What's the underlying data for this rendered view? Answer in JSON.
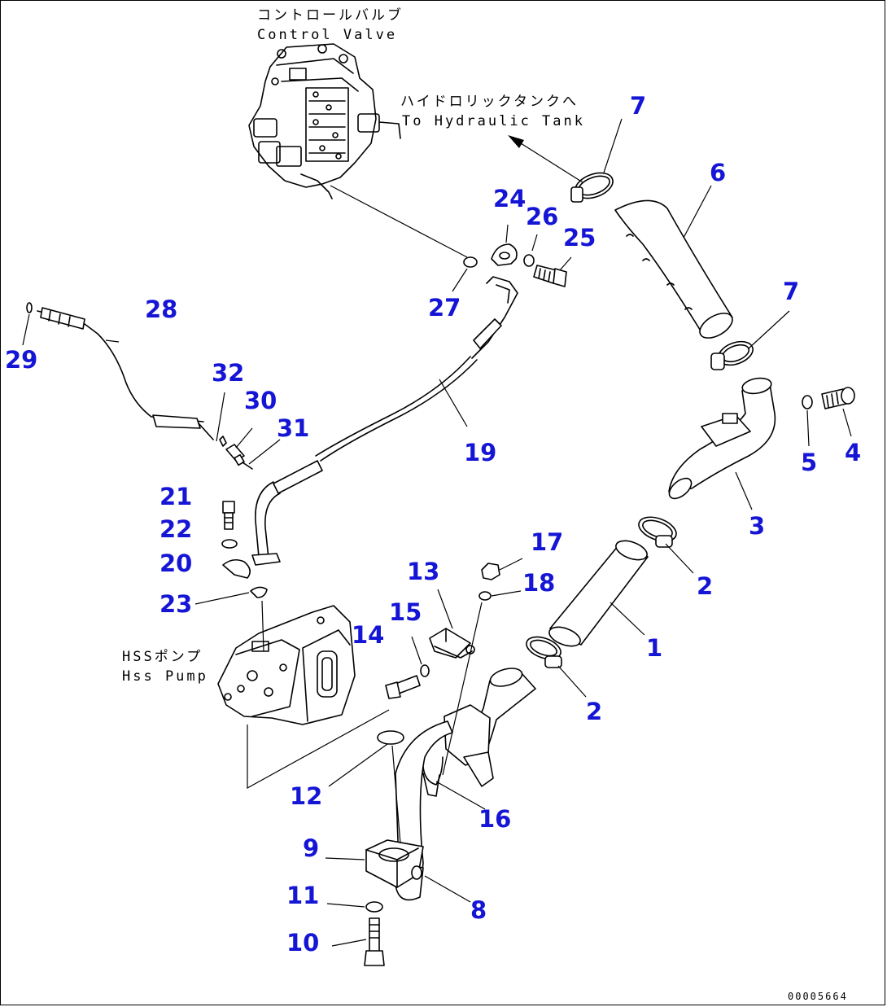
{
  "captions": {
    "control_valve_jp": "コントロールバルブ",
    "control_valve_en": "Control Valve",
    "tank_jp": "ハイドロリックタンクへ",
    "tank_en": "To Hydraulic Tank",
    "pump_jp": "HSSポンプ",
    "pump_en": "Hss Pump"
  },
  "drawing_code": "00005664",
  "callouts": {
    "c1": "1",
    "c2a": "2",
    "c2b": "2",
    "c3": "3",
    "c4": "4",
    "c5": "5",
    "c6": "6",
    "c7a": "7",
    "c7b": "7",
    "c8": "8",
    "c9": "9",
    "c10": "10",
    "c11": "11",
    "c12": "12",
    "c13": "13",
    "c14": "14",
    "c15": "15",
    "c16": "16",
    "c17": "17",
    "c18": "18",
    "c19": "19",
    "c20": "20",
    "c21": "21",
    "c22": "22",
    "c23": "23",
    "c24": "24",
    "c25": "25",
    "c26": "26",
    "c27": "27",
    "c28": "28",
    "c29": "29",
    "c30": "30",
    "c31": "31",
    "c32": "32"
  },
  "colors": {
    "callout": "#1515d6",
    "line": "#000000"
  }
}
